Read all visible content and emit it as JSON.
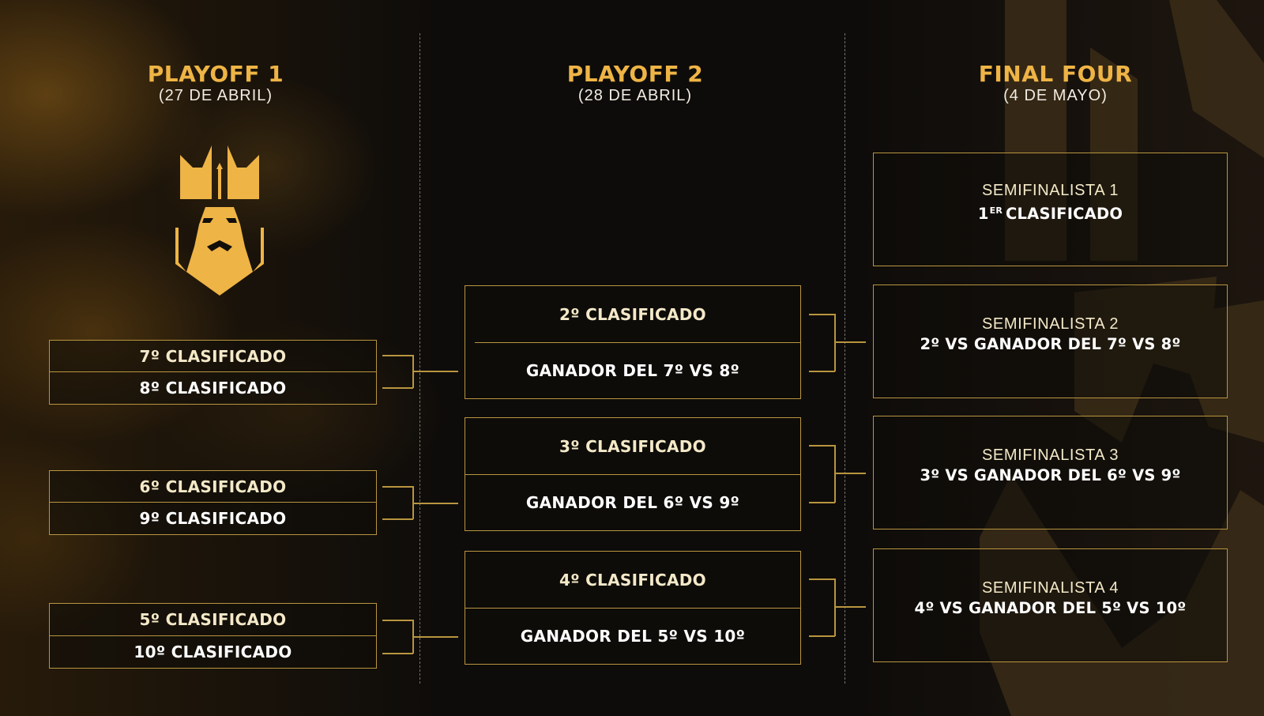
{
  "columns": [
    {
      "title": "PLAYOFF 1",
      "date": "(27 DE ABRIL)"
    },
    {
      "title": "PLAYOFF 2",
      "date": "(28 DE ABRIL)"
    },
    {
      "title": "FINAL FOUR",
      "date": "(4 DE MAYO)"
    }
  ],
  "logo": {
    "icon": "crowned-king-logo-icon",
    "color": "#eeb445"
  },
  "playoff1": [
    {
      "top": "7º CLASIFICADO",
      "bottom": "8º CLASIFICADO"
    },
    {
      "top": "6º CLASIFICADO",
      "bottom": "9º CLASIFICADO"
    },
    {
      "top": "5º CLASIFICADO",
      "bottom": "10º CLASIFICADO"
    }
  ],
  "playoff2": [
    {
      "top": "2º CLASIFICADO",
      "bottom": "GANADOR DEL 7º VS 8º"
    },
    {
      "top": "3º CLASIFICADO",
      "bottom": "GANADOR DEL 6º VS 9º"
    },
    {
      "top": "4º CLASIFICADO",
      "bottom": "GANADOR DEL 5º VS 10º"
    }
  ],
  "final_four": [
    {
      "label": "SEMIFINALISTA 1",
      "match_prefix": "1",
      "match_sup": "ER",
      "match": "CLASIFICADO"
    },
    {
      "label": "SEMIFINALISTA 2",
      "match": "2º VS GANADOR DEL 7º VS 8º"
    },
    {
      "label": "SEMIFINALISTA 3",
      "match": "3º VS GANADOR DEL 6º VS 9º"
    },
    {
      "label": "SEMIFINALISTA 4",
      "match": "4º VS GANADOR DEL 5º VS 10º"
    }
  ],
  "colors": {
    "accent": "#eeb445",
    "line": "#b8953f",
    "cream": "#f4e9c8",
    "background": "#0e0c0a"
  }
}
